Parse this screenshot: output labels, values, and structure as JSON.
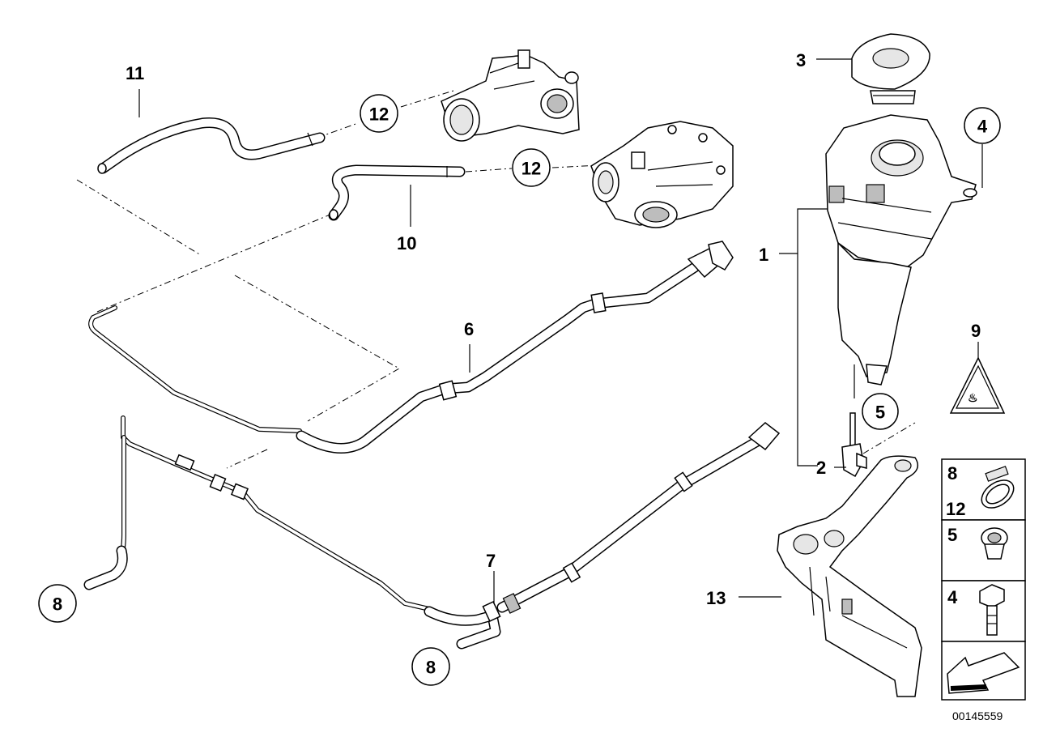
{
  "callouts": {
    "c1": "1",
    "c2": "2",
    "c3": "3",
    "c4": "4",
    "c5": "5",
    "c6": "6",
    "c7": "7",
    "c8a": "8",
    "c8b": "8",
    "c9": "9",
    "c10": "10",
    "c11": "11",
    "c12a": "12",
    "c12b": "12",
    "c13": "13"
  },
  "legend": {
    "row1_a": "8",
    "row1_b": "12",
    "row2": "5",
    "row3": "4"
  },
  "document_id": "00145559"
}
